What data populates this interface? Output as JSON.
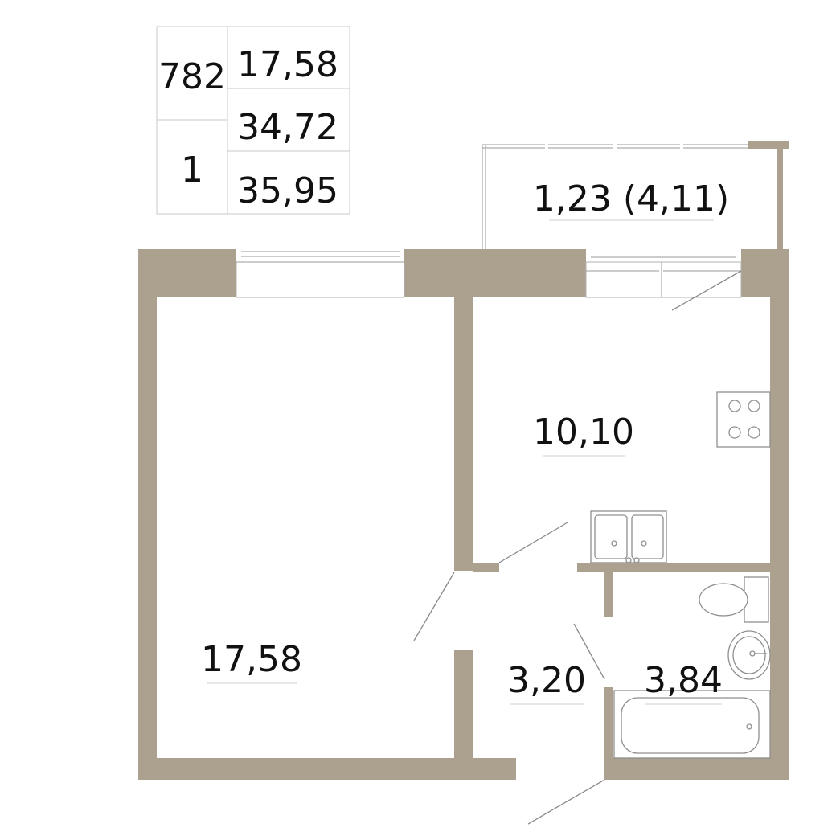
{
  "info_table": {
    "apartment_number": "782",
    "rooms": "1",
    "living_area": "17,58",
    "net_area": "34,72",
    "total_area": "35,95"
  },
  "rooms": {
    "living_room": "17,58",
    "kitchen": "10,10",
    "hallway": "3,20",
    "bathroom": "3,84",
    "balcony": "1,23 (4,11)"
  },
  "colors": {
    "wall": "#aca08e",
    "line": "#9a9a9a",
    "text": "#111111"
  }
}
